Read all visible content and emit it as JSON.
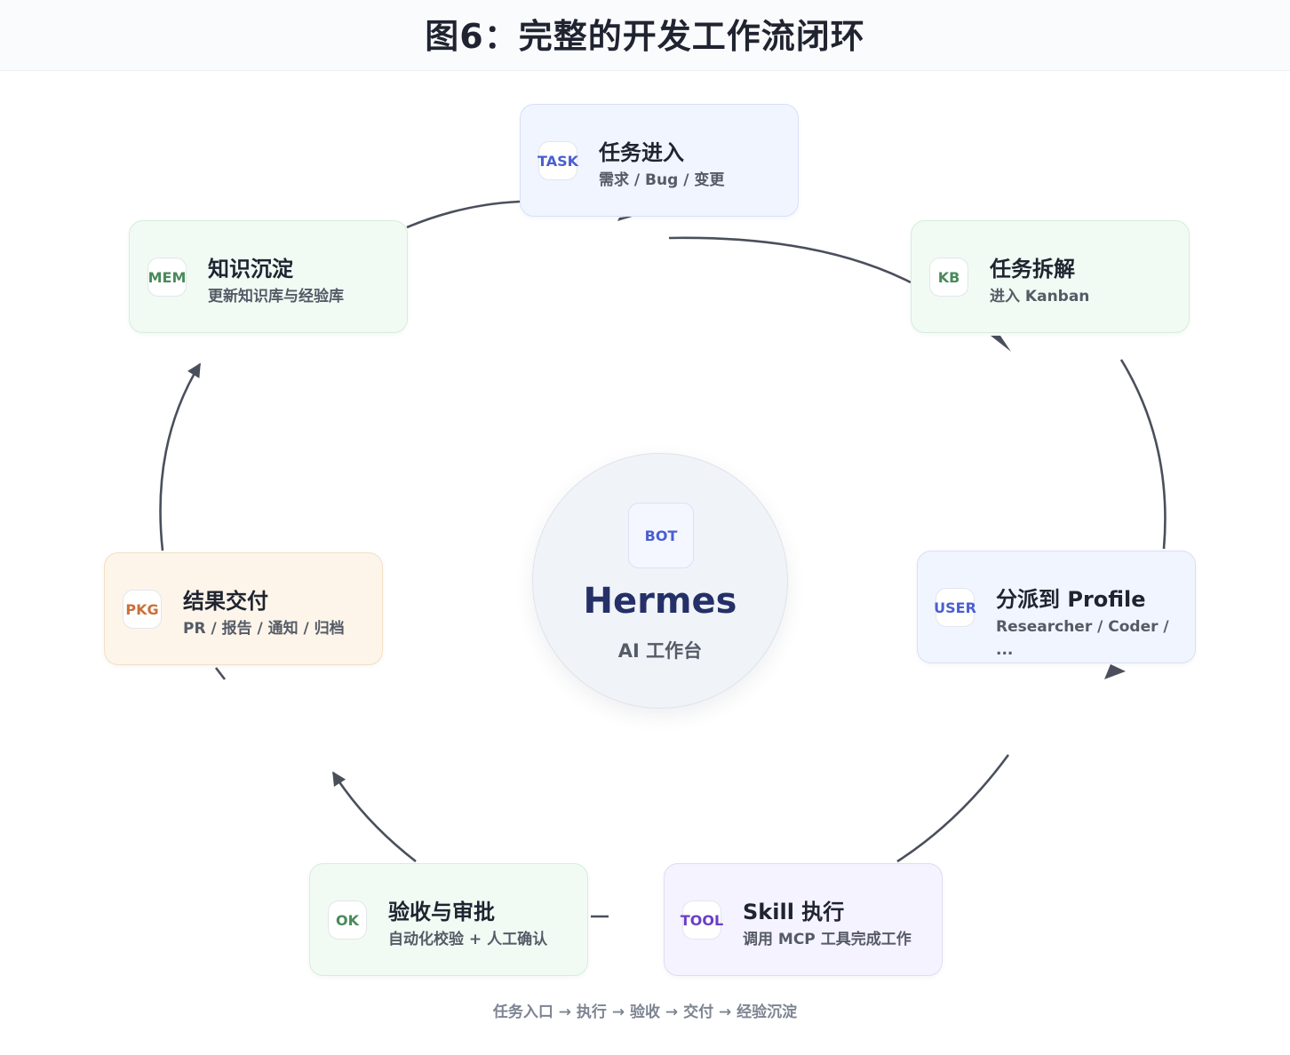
{
  "title": "图6：完整的开发工作流闭环",
  "hub": {
    "badge": "BOT",
    "title": "Hermes",
    "subtitle": "AI 工作台"
  },
  "nodes": [
    {
      "id": "task",
      "badge": "TASK",
      "badge_color": "#4a5fd0",
      "title": "任务进入",
      "subtitle": "需求 / Bug / 变更",
      "theme": "blue"
    },
    {
      "id": "kb",
      "badge": "KB",
      "badge_color": "#4a8a5a",
      "title": "任务拆解",
      "subtitle": "进入 Kanban",
      "theme": "green"
    },
    {
      "id": "user",
      "badge": "USER",
      "badge_color": "#4a5fd0",
      "title": "分派到 Profile",
      "subtitle": "Researcher / Coder / ...",
      "theme": "blue"
    },
    {
      "id": "tool",
      "badge": "TOOL",
      "badge_color": "#6a3fc7",
      "title": "Skill 执行",
      "subtitle": "调用 MCP 工具完成工作",
      "theme": "purple"
    },
    {
      "id": "ok",
      "badge": "OK",
      "badge_color": "#4a8a5a",
      "title": "验收与审批",
      "subtitle": "自动化校验 + 人工确认",
      "theme": "green"
    },
    {
      "id": "pkg",
      "badge": "PKG",
      "badge_color": "#c9703a",
      "title": "结果交付",
      "subtitle": "PR / 报告 / 通知 / 归档",
      "theme": "orange"
    },
    {
      "id": "mem",
      "badge": "MEM",
      "badge_color": "#4a8a5a",
      "title": "知识沉淀",
      "subtitle": "更新知识库与经验库",
      "theme": "green"
    }
  ],
  "footer": "任务入口 → 执行 → 验收 → 交付 → 经验沉淀"
}
